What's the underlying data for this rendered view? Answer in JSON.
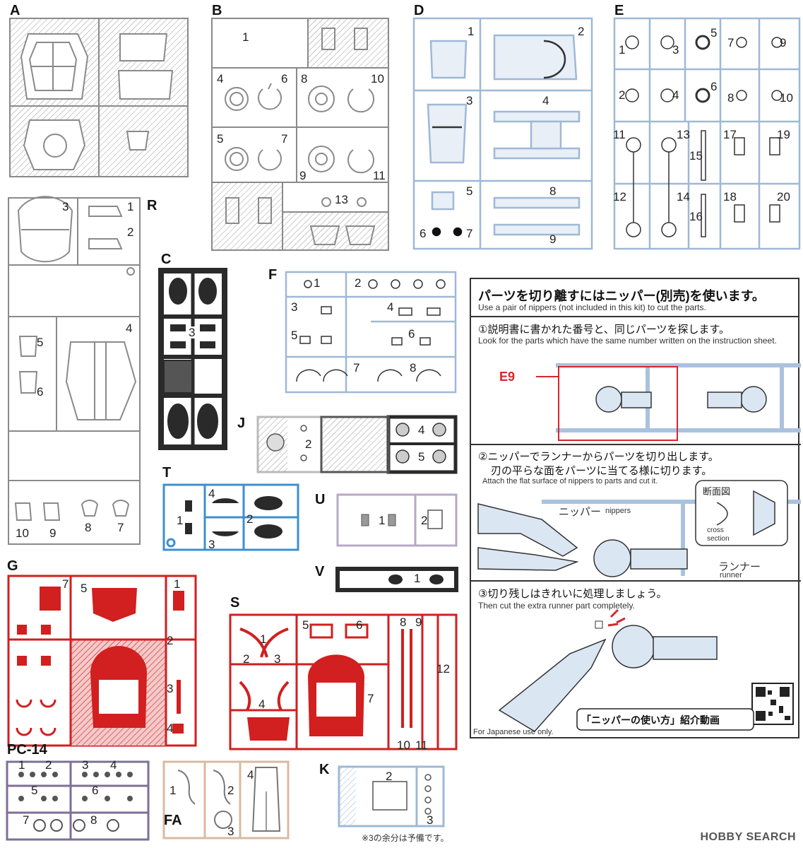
{
  "sprues": {
    "A": {
      "label": "A"
    },
    "B": {
      "label": "B",
      "nums": [
        "1",
        "4",
        "6",
        "8",
        "10",
        "5",
        "7",
        "9",
        "11",
        "13"
      ]
    },
    "D": {
      "label": "D",
      "nums": [
        "1",
        "2",
        "3",
        "4",
        "5",
        "8",
        "6",
        "7",
        "9"
      ]
    },
    "E": {
      "label": "E",
      "nums": [
        "1",
        "3",
        "5",
        "7",
        "9",
        "2",
        "4",
        "6",
        "8",
        "10",
        "11",
        "13",
        "15",
        "17",
        "19",
        "12",
        "14",
        "16",
        "18",
        "20"
      ]
    },
    "R": {
      "label": "R",
      "nums": [
        "3",
        "1",
        "2",
        "5",
        "4",
        "6",
        "10",
        "9",
        "8",
        "7"
      ]
    },
    "C": {
      "label": "C",
      "nums": [
        "3"
      ]
    },
    "F": {
      "label": "F",
      "nums": [
        "1",
        "2",
        "3",
        "4",
        "5",
        "6",
        "7",
        "8"
      ]
    },
    "J": {
      "label": "J",
      "nums": [
        "2",
        "4",
        "5"
      ]
    },
    "T": {
      "label": "T",
      "nums": [
        "4",
        "1",
        "2",
        "3"
      ]
    },
    "U": {
      "label": "U",
      "nums": [
        "1",
        "2"
      ]
    },
    "V": {
      "label": "V",
      "nums": [
        "1"
      ]
    },
    "G": {
      "label": "G",
      "nums": [
        "7",
        "5",
        "1",
        "2",
        "3",
        "4"
      ]
    },
    "S": {
      "label": "S",
      "nums": [
        "1",
        "5",
        "6",
        "8",
        "9",
        "2",
        "3",
        "12",
        "4",
        "7",
        "10",
        "11"
      ]
    },
    "PC14": {
      "label": "PC-14",
      "nums": [
        "1",
        "2",
        "3",
        "4",
        "5",
        "6",
        "7",
        "8"
      ]
    },
    "FA": {
      "label": "FA",
      "nums": [
        "1",
        "2",
        "4",
        "3"
      ]
    },
    "K": {
      "label": "K",
      "nums": [
        "2",
        "3"
      ],
      "note": "※3の余分は予備です。"
    }
  },
  "guide": {
    "title_jp": "パーツを切り離すにはニッパー(別売)を使います。",
    "title_en": "Use a pair of nippers (not included in this kit) to cut the parts.",
    "step1_jp": "①説明書に書かれた番号と、同じパーツを探します。",
    "step1_en": "Look for the parts which have the same number written on the instruction sheet.",
    "step1_callout": "E9",
    "step2_jp_a": "②ニッパーでランナーからパーツを切り出します。",
    "step2_jp_b": "刃の平らな面をパーツに当てる様に切ります。",
    "step2_en": "Attach the flat surface of nippers to parts and cut it.",
    "nipper_jp": "ニッパー",
    "nipper_en": "nippers",
    "cross_jp": "断面図",
    "cross_en_a": "cross",
    "cross_en_b": "section",
    "runner_jp": "ランナー",
    "runner_en": "runner",
    "step3_jp": "③切り残しはきれいに処理しましょう。",
    "step3_en": "Then cut the extra runner part completely.",
    "video_jp": "「ニッパーの使い方」紹介動画",
    "japan_only": "For Japanese use only."
  },
  "watermark": "HOBBY SEARCH",
  "colors": {
    "white_sprue": "#8a8a8a",
    "blue_sprue": "#9fb8d6",
    "dark_sprue": "#2a2a2a",
    "cyan_sprue": "#3e8fd0",
    "lilac_sprue": "#b7a9c4",
    "red_sprue": "#d21f1f",
    "purple_sprue": "#7d6f97",
    "skin_sprue": "#d9b9a2",
    "callout_red": "#d7262c"
  }
}
